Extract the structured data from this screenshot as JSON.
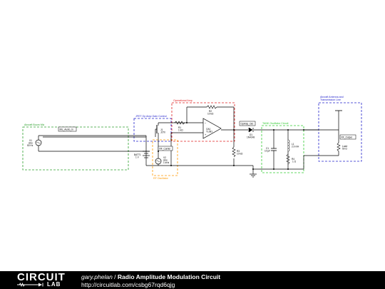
{
  "blocks": {
    "mic": "Aircraft Boom Mic",
    "jfet": "JFET Op Amp Gain Control",
    "opamp": "Operational Amp",
    "tank": "TANK Oscillator Circuit",
    "antenna": "Aircraft Antenna and Transmission Line",
    "rf": "RF Oscillator"
  },
  "components": {
    "v1": [
      "V1",
      "sine",
      "50 Hz"
    ],
    "mic_label": "Mic_Audio_In",
    "batt": [
      "BATT1",
      "1 V"
    ],
    "j1": [
      "J1",
      "J270"
    ],
    "v2": [
      "V2",
      "sine",
      "1 kHz"
    ],
    "rf_carrier": "RF_Carrier",
    "r1": [
      "R1",
      "1 kΩ"
    ],
    "r2": [
      "R2",
      "10 kΩ"
    ],
    "oa1": [
      "OA1",
      "TL081"
    ],
    "r3": [
      "R3",
      "10 kΩ"
    ],
    "d1": [
      "D1",
      "1N4148"
    ],
    "op_out": "OpAmp_Out",
    "c1": [
      "C1",
      "10 µF"
    ],
    "l1": [
      "L1",
      "2.9 mH"
    ],
    "r4": [
      "R4",
      "1 Ω"
    ],
    "rf_output": "RF_Output",
    "load": [
      "Load",
      "50 Ω"
    ]
  },
  "footer": {
    "logo_word": "CIRCUIT",
    "logo_sub": "LAB",
    "author": "gary.phelan",
    "separator": "/",
    "title": "Radio Amplitude Modulation Circuit",
    "url": "http://circuitlab.com/csbg67rqd6qjg"
  },
  "colors": {
    "mic_box": "#2ca02c",
    "jfet_box": "#2222cc",
    "opamp_box": "#e02020",
    "tank_box": "#33cc33",
    "antenna_box": "#2222cc",
    "rf_box": "#ff9900"
  }
}
